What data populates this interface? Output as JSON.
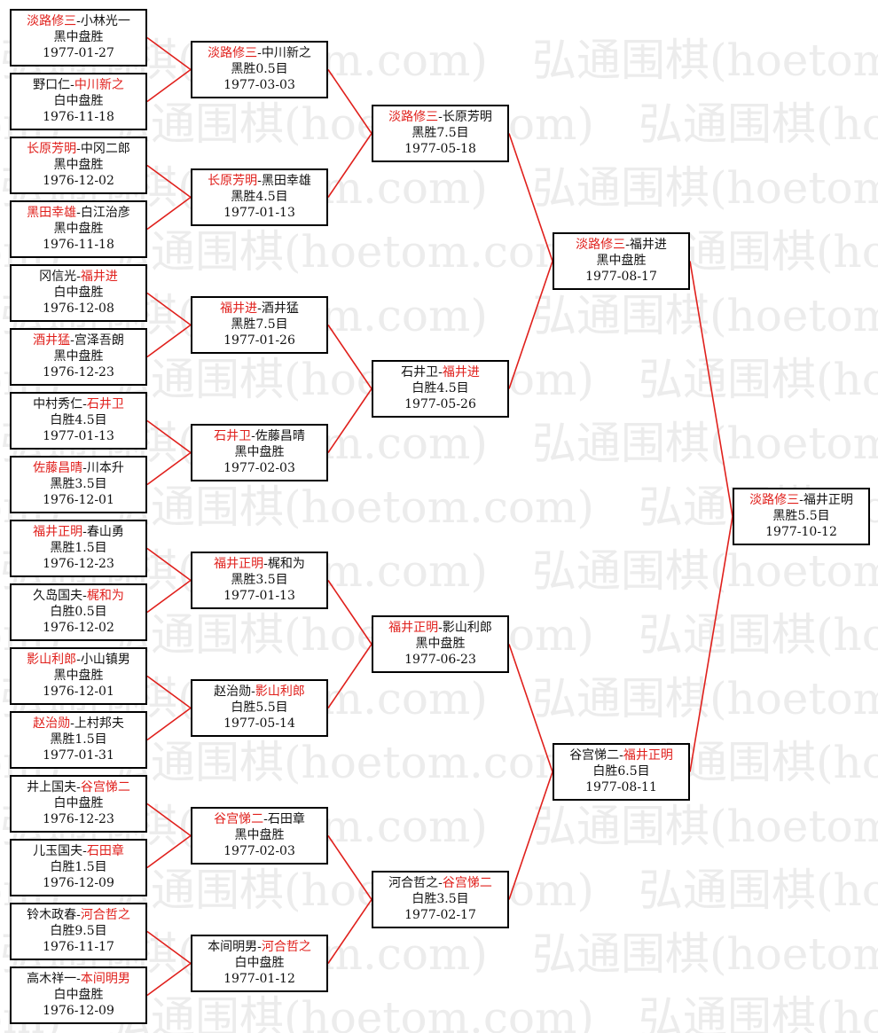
{
  "watermark": {
    "text": "弘通围棋(hoetom.com)"
  },
  "colors": {
    "winner": "#e0201c",
    "line": "#e0201c",
    "border": "#000000"
  },
  "rounds": [
    [
      {
        "p1": "淡路修三",
        "p2": "小林光一",
        "winner": 1,
        "result": "黑中盘胜",
        "date": "1977-01-27"
      },
      {
        "p1": "野口仁",
        "p2": "中川新之",
        "winner": 2,
        "result": "白中盘胜",
        "date": "1976-11-18"
      },
      {
        "p1": "长原芳明",
        "p2": "中冈二郎",
        "winner": 1,
        "result": "黑中盘胜",
        "date": "1976-12-02"
      },
      {
        "p1": "黑田幸雄",
        "p2": "白江治彦",
        "winner": 1,
        "result": "黑中盘胜",
        "date": "1976-11-18"
      },
      {
        "p1": "冈信光",
        "p2": "福井进",
        "winner": 2,
        "result": "白中盘胜",
        "date": "1976-12-08"
      },
      {
        "p1": "酒井猛",
        "p2": "宫泽吾朗",
        "winner": 1,
        "result": "黑中盘胜",
        "date": "1976-12-23"
      },
      {
        "p1": "中村秀仁",
        "p2": "石井卫",
        "winner": 2,
        "result": "白胜4.5目",
        "date": "1977-01-13"
      },
      {
        "p1": "佐藤昌晴",
        "p2": "川本升",
        "winner": 1,
        "result": "黑胜3.5目",
        "date": "1976-12-01"
      },
      {
        "p1": "福井正明",
        "p2": "春山勇",
        "winner": 1,
        "result": "黑胜1.5目",
        "date": "1976-12-23"
      },
      {
        "p1": "久岛国夫",
        "p2": "梶和为",
        "winner": 2,
        "result": "白胜0.5目",
        "date": "1976-12-02"
      },
      {
        "p1": "影山利郎",
        "p2": "小山镇男",
        "winner": 1,
        "result": "黑中盘胜",
        "date": "1976-12-01"
      },
      {
        "p1": "赵治勋",
        "p2": "上村邦夫",
        "winner": 1,
        "result": "黑胜1.5目",
        "date": "1977-01-31"
      },
      {
        "p1": "井上国夫",
        "p2": "谷宫悌二",
        "winner": 2,
        "result": "白中盘胜",
        "date": "1976-12-23"
      },
      {
        "p1": "儿玉国夫",
        "p2": "石田章",
        "winner": 2,
        "result": "白胜1.5目",
        "date": "1976-12-09"
      },
      {
        "p1": "铃木政春",
        "p2": "河合哲之",
        "winner": 2,
        "result": "白胜9.5目",
        "date": "1976-11-17"
      },
      {
        "p1": "高木祥一",
        "p2": "本间明男",
        "winner": 2,
        "result": "白中盘胜",
        "date": "1976-12-09"
      }
    ],
    [
      {
        "p1": "淡路修三",
        "p2": "中川新之",
        "winner": 1,
        "result": "黑胜0.5目",
        "date": "1977-03-03"
      },
      {
        "p1": "长原芳明",
        "p2": "黑田幸雄",
        "winner": 1,
        "result": "黑胜4.5目",
        "date": "1977-01-13"
      },
      {
        "p1": "福井进",
        "p2": "酒井猛",
        "winner": 1,
        "result": "黑胜7.5目",
        "date": "1977-01-26"
      },
      {
        "p1": "石井卫",
        "p2": "佐藤昌晴",
        "winner": 1,
        "result": "黑中盘胜",
        "date": "1977-02-03"
      },
      {
        "p1": "福井正明",
        "p2": "梶和为",
        "winner": 1,
        "result": "黑胜3.5目",
        "date": "1977-01-13"
      },
      {
        "p1": "赵治勋",
        "p2": "影山利郎",
        "winner": 2,
        "result": "白胜5.5目",
        "date": "1977-05-14"
      },
      {
        "p1": "谷宫悌二",
        "p2": "石田章",
        "winner": 1,
        "result": "黑中盘胜",
        "date": "1977-02-03"
      },
      {
        "p1": "本间明男",
        "p2": "河合哲之",
        "winner": 2,
        "result": "白中盘胜",
        "date": "1977-01-12"
      }
    ],
    [
      {
        "p1": "淡路修三",
        "p2": "长原芳明",
        "winner": 1,
        "result": "黑胜7.5目",
        "date": "1977-05-18"
      },
      {
        "p1": "石井卫",
        "p2": "福井进",
        "winner": 2,
        "result": "白胜4.5目",
        "date": "1977-05-26"
      },
      {
        "p1": "福井正明",
        "p2": "影山利郎",
        "winner": 1,
        "result": "黑中盘胜",
        "date": "1977-06-23"
      },
      {
        "p1": "河合哲之",
        "p2": "谷宫悌二",
        "winner": 2,
        "result": "白胜3.5目",
        "date": "1977-02-17"
      }
    ],
    [
      {
        "p1": "淡路修三",
        "p2": "福井进",
        "winner": 1,
        "result": "黑中盘胜",
        "date": "1977-08-17"
      },
      {
        "p1": "谷宫悌二",
        "p2": "福井正明",
        "winner": 2,
        "result": "白胜6.5目",
        "date": "1977-08-11"
      }
    ],
    [
      {
        "p1": "淡路修三",
        "p2": "福井正明",
        "winner": 1,
        "result": "黑胜5.5目",
        "date": "1977-10-12"
      }
    ]
  ]
}
